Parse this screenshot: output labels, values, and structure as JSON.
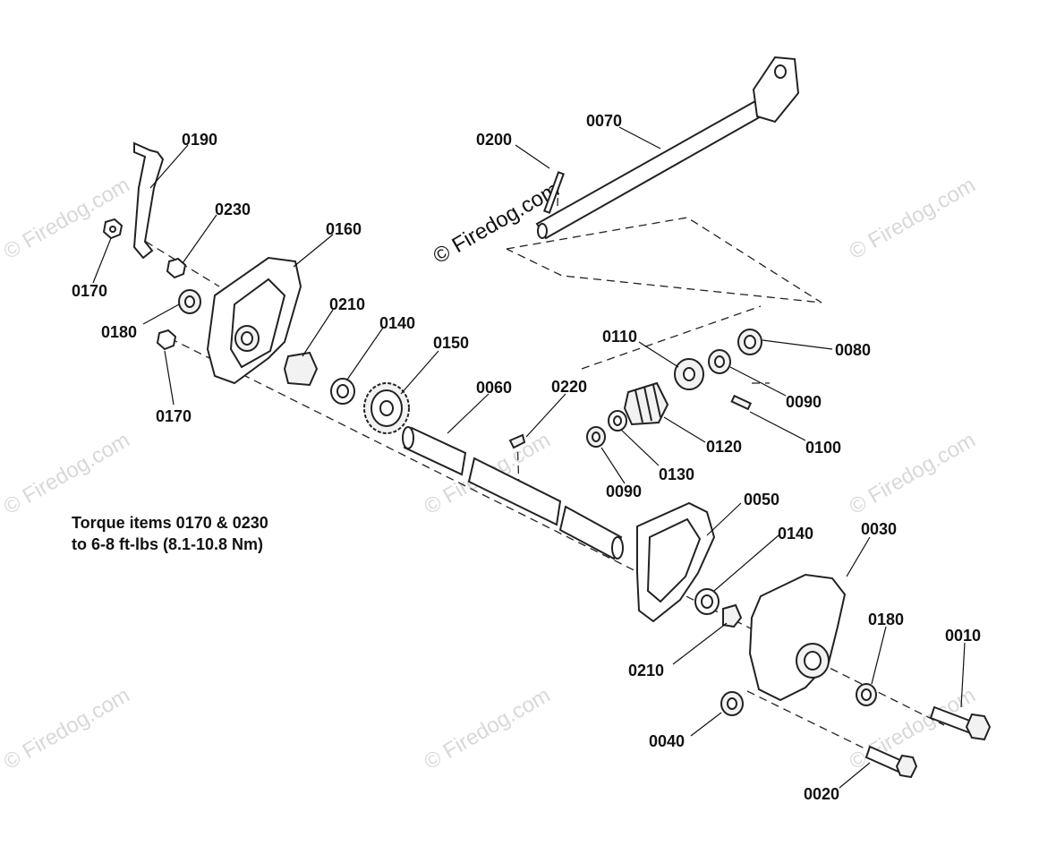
{
  "note": {
    "line1": "Torque items 0170 & 0230",
    "line2": "to 6-8 ft-lbs (8.1-10.8 Nm)"
  },
  "watermark": "© Firedog.com",
  "callouts": {
    "c0190": "0190",
    "c0230": "0230",
    "c0160": "0160",
    "c0170a": "0170",
    "c0180a": "0180",
    "c0170b": "0170",
    "c0210a": "0210",
    "c0140a": "0140",
    "c0150": "0150",
    "c0060": "0060",
    "c0220": "0220",
    "c0200": "0200",
    "c0070": "0070",
    "c0110": "0110",
    "c0080": "0080",
    "c0090a": "0090",
    "c0120": "0120",
    "c0100": "0100",
    "c0130": "0130",
    "c0090b": "0090",
    "c0050": "0050",
    "c0140b": "0140",
    "c0030": "0030",
    "c0180b": "0180",
    "c0010": "0010",
    "c0210b": "0210",
    "c0040": "0040",
    "c0020": "0020"
  }
}
